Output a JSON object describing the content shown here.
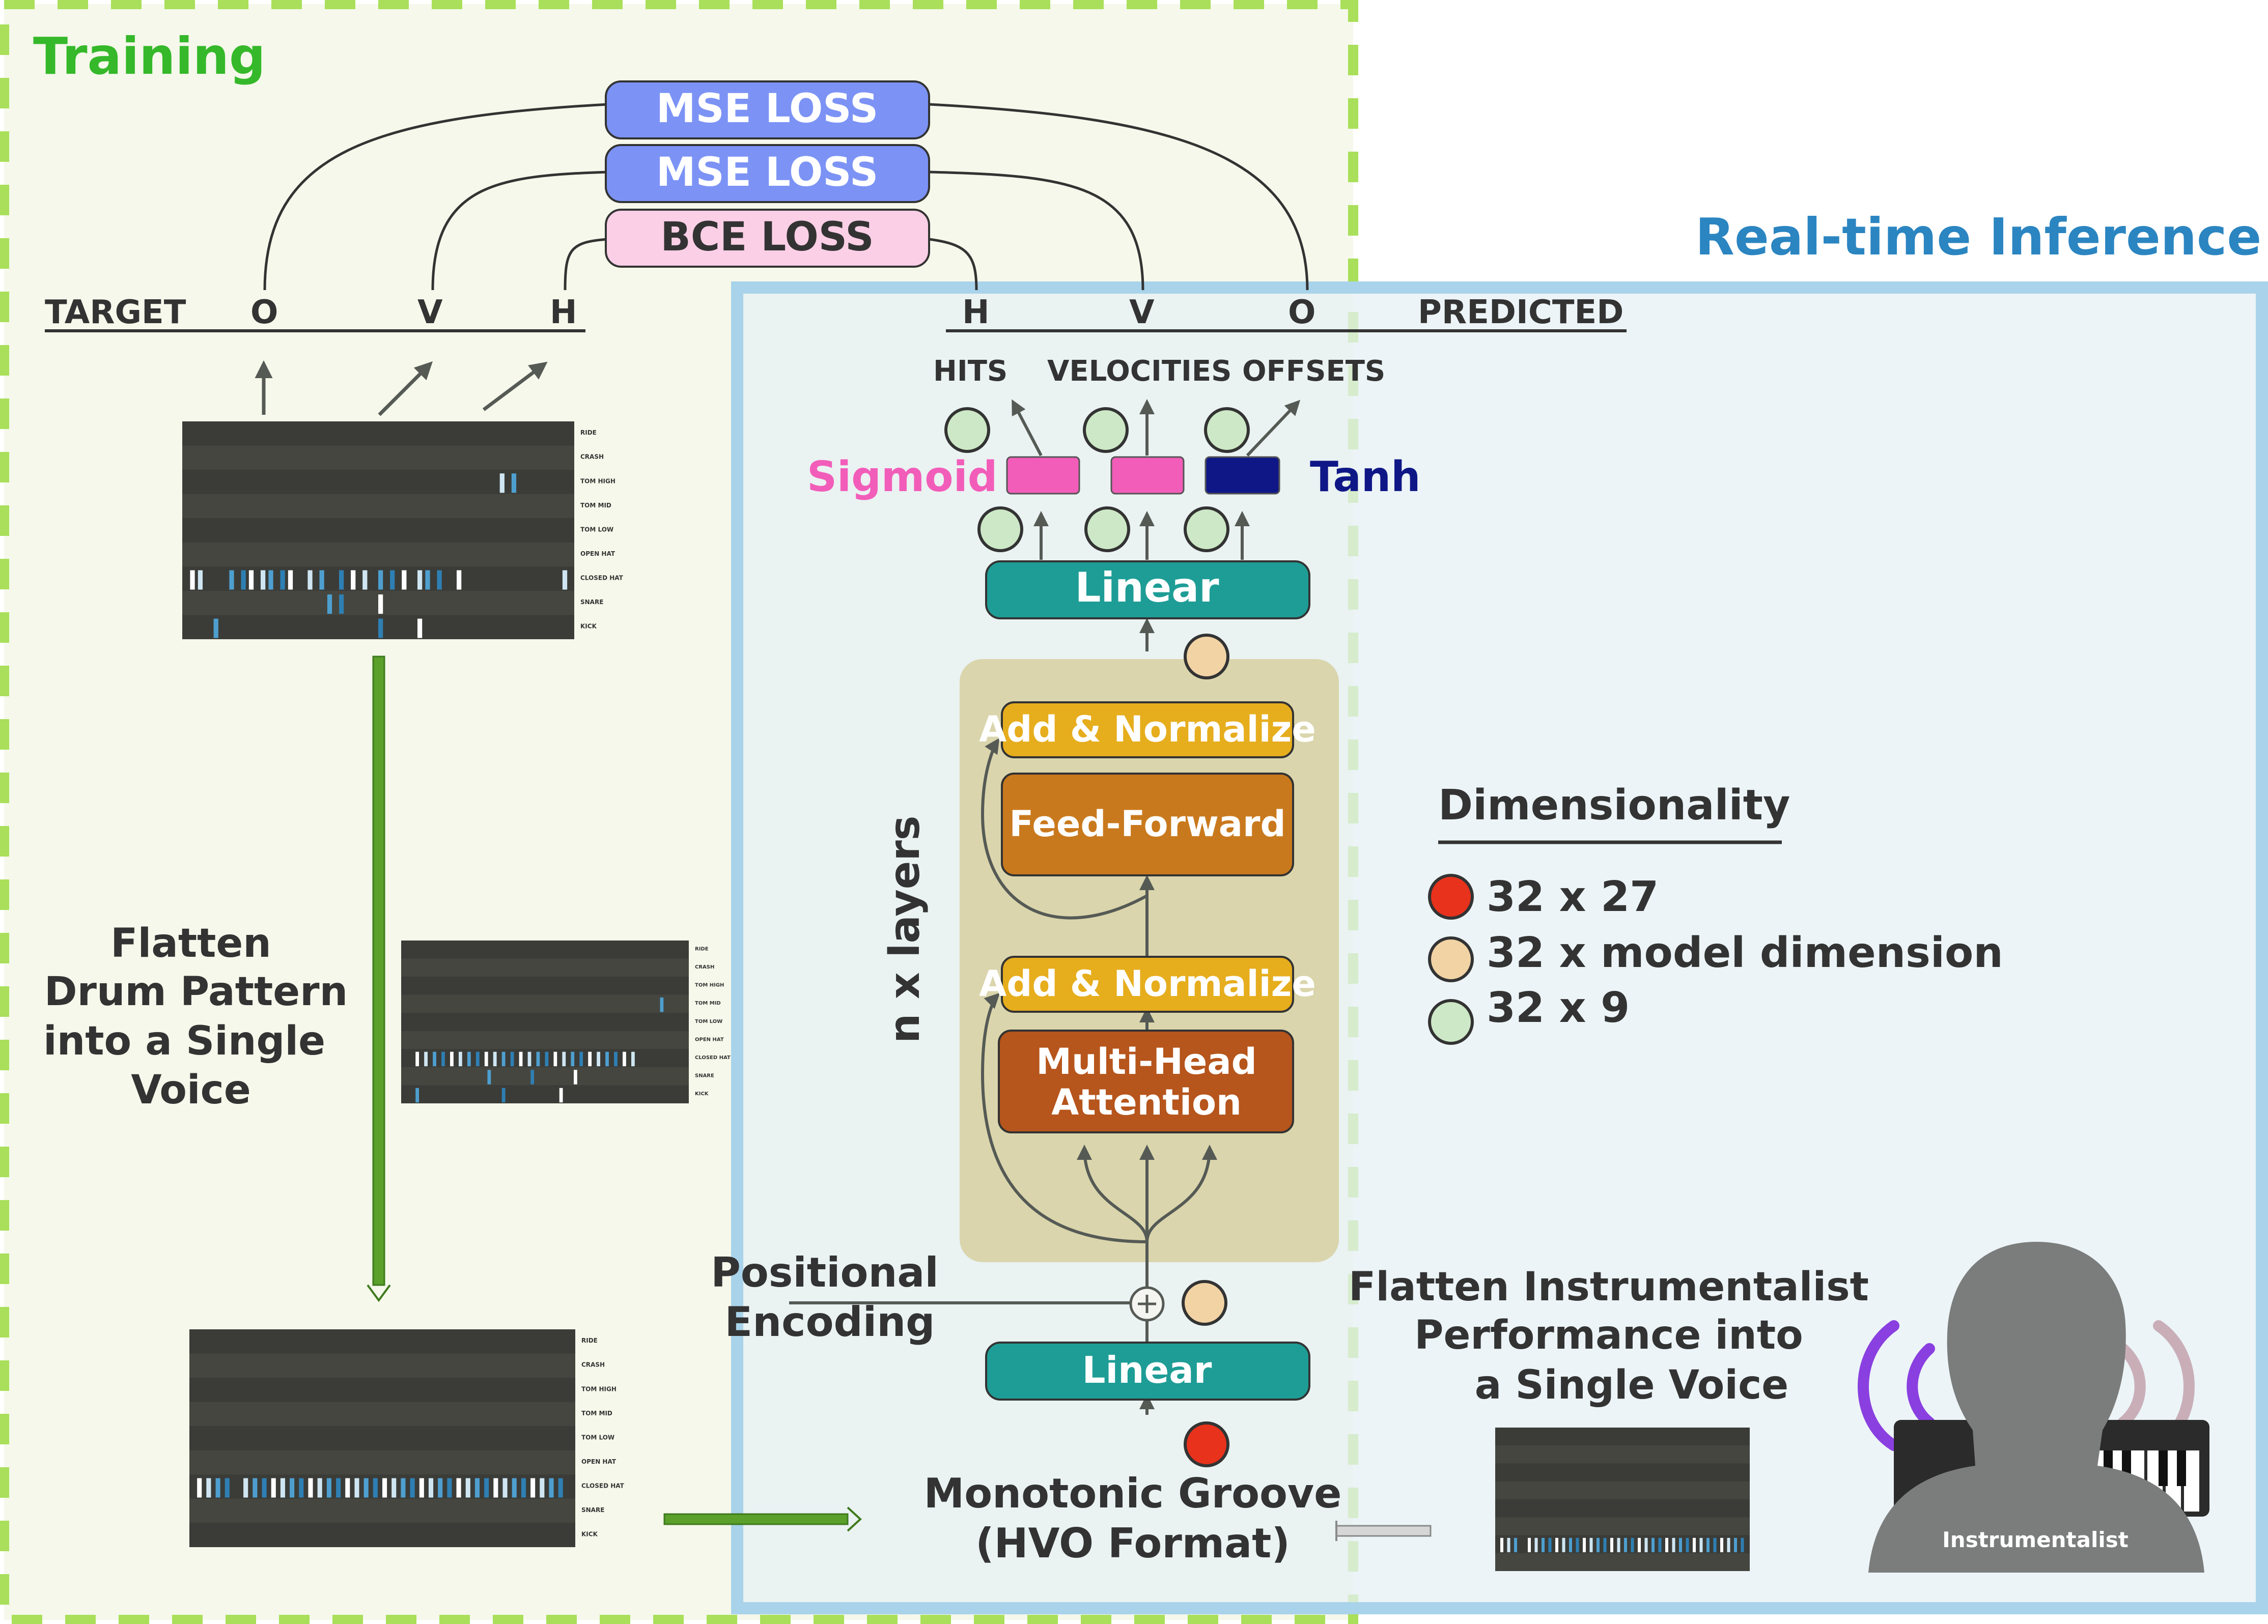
{
  "sections": {
    "training": "Training",
    "inference": "Real-time Inference"
  },
  "losses": {
    "mse1": "MSE LOSS",
    "mse2": "MSE LOSS",
    "bce": "BCE LOSS"
  },
  "target": {
    "label": "TARGET",
    "o": "O",
    "v": "V",
    "h": "H"
  },
  "predicted": {
    "label": "PREDICTED",
    "h": "H",
    "v": "V",
    "o": "O"
  },
  "outputs": {
    "hits": "HITS",
    "velocities": "VELOCITIES",
    "offsets": "OFFSETS"
  },
  "activations": {
    "sigmoid": "Sigmoid",
    "tanh": "Tanh"
  },
  "model": {
    "linear_top": "Linear",
    "add_norm_1": "Add & Normalize",
    "feed_forward": "Feed-Forward",
    "add_norm_2": "Add & Normalize",
    "mha_line1": "Multi-Head",
    "mha_line2": "Attention",
    "n_layers": "n x layers",
    "pos_enc_line1": "Positional",
    "pos_enc_line2": "Encoding",
    "linear_bottom": "Linear",
    "groove_line1": "Monotonic Groove",
    "groove_line2": "(HVO Format)"
  },
  "flatten_drum": [
    "Flatten",
    "Drum Pattern",
    "into a Single",
    "Voice"
  ],
  "flatten_instr": [
    "Flatten Instrumentalist",
    "Performance into",
    "a Single Voice"
  ],
  "dimensionality": {
    "title": "Dimensionality",
    "items": [
      {
        "color": "#e8321c",
        "label": "32 x 27"
      },
      {
        "color": "#f2d3a4",
        "label": "32 x model dimension"
      },
      {
        "color": "#cde8c6",
        "label": "32 x 9"
      }
    ]
  },
  "drum_rows": [
    "RIDE",
    "CRASH",
    "TOM HIGH",
    "TOM MID",
    "TOM LOW",
    "OPEN HAT",
    "CLOSED HAT",
    "SNARE",
    "KICK"
  ],
  "instrumentalist_label": "Instrumentalist",
  "colors": {
    "training_green": "#35b82a",
    "inference_blue": "#2b85c1",
    "loss_blue": "#7c93f5",
    "loss_pink": "#fbcfe6",
    "teal": "#1e9d96",
    "add_norm": "#e6ad1d",
    "feed_forward": "#c9791d",
    "mha": "#b6551c",
    "sigmoid_pink": "#f25db9",
    "tanh_navy": "#0f1787",
    "green_circle": "#cde8c6",
    "tan_circle": "#f2d3a4",
    "red_circle": "#e8321c",
    "arrow_green": "#5aa02a"
  }
}
